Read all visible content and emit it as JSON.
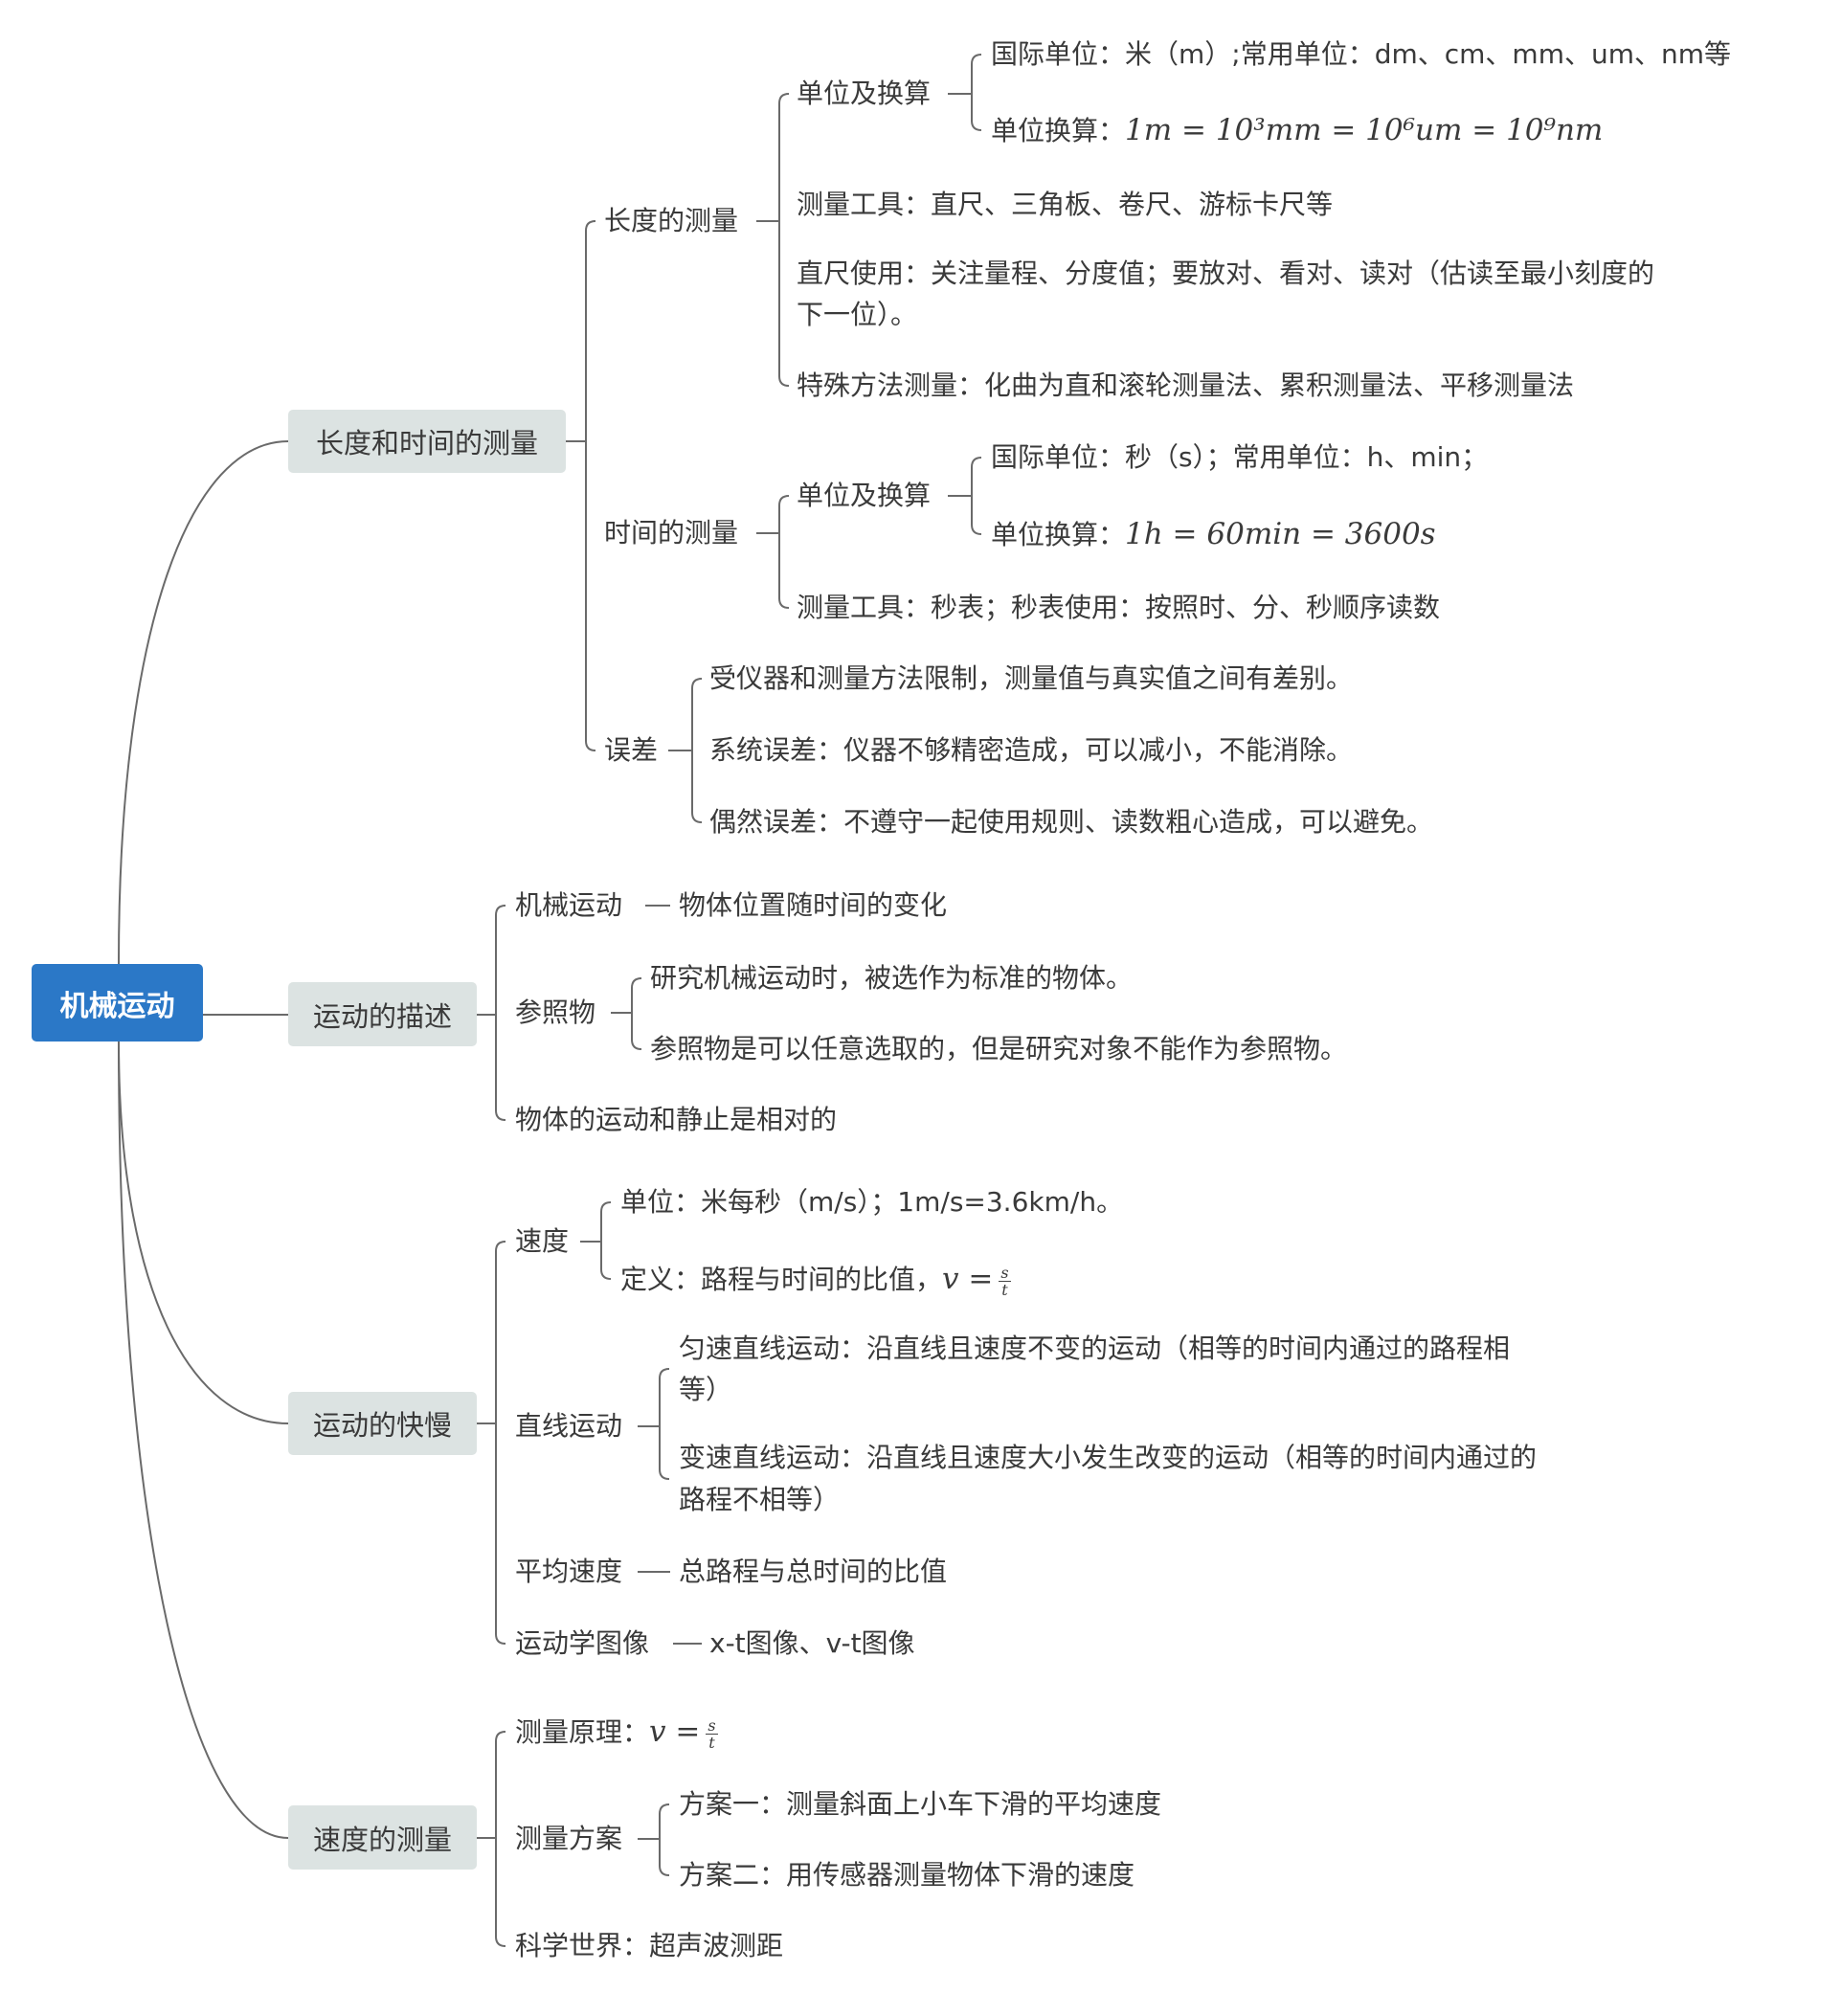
{
  "root": "机械运动",
  "branches": {
    "length_time": {
      "label": "长度和时间的测量",
      "length": {
        "label": "长度的测量",
        "units": {
          "label": "单位及换算",
          "si": "国际单位：米（m）;常用单位：dm、cm、mm、um、nm等",
          "conv_label": "单位换算：",
          "conv_formula": "1m = 10³mm = 10⁶um = 10⁹nm"
        },
        "tools": "测量工具：直尺、三角板、卷尺、游标卡尺等",
        "ruler_use": [
          "直尺使用：关注量程、分度值；要放对、看对、读对（估读至最小刻度的",
          "下一位）。"
        ],
        "special": "特殊方法测量：化曲为直和滚轮测量法、累积测量法、平移测量法"
      },
      "time": {
        "label": "时间的测量",
        "units": {
          "label": "单位及换算",
          "si": "国际单位：秒（s）；常用单位：h、min；",
          "conv_label": "单位换算：",
          "conv_formula": "1h = 60min = 3600s"
        },
        "tools": "测量工具：秒表；秒表使用：按照时、分、秒顺序读数"
      },
      "error": {
        "label": "误差",
        "items": [
          "受仪器和测量方法限制，测量值与真实值之间有差别。",
          "系统误差：仪器不够精密造成，可以减小，不能消除。",
          "偶然误差：不遵守一起使用规则、读数粗心造成，可以避免。"
        ]
      }
    },
    "description": {
      "label": "运动的描述",
      "mech": {
        "label": "机械运动",
        "value": "物体位置随时间的变化"
      },
      "reference": {
        "label": "参照物",
        "items": [
          "研究机械运动时，被选作为标准的物体。",
          "参照物是可以任意选取的，但是研究对象不能作为参照物。"
        ]
      },
      "relative": "物体的运动和静止是相对的"
    },
    "speed": {
      "label": "运动的快慢",
      "velocity": {
        "label": "速度",
        "unit": "单位：米每秒（m/s）；1m/s=3.6km/h。",
        "def_label": "定义：路程与时间的比值，",
        "def_lhs": "v =",
        "def_num": "s",
        "def_den": "t"
      },
      "linear": {
        "label": "直线运动",
        "uniform": [
          "匀速直线运动：沿直线且速度不变的运动（相等的时间内通过的路程相",
          "等）"
        ],
        "variable": [
          "变速直线运动：沿直线且速度大小发生改变的运动（相等的时间内通过的",
          "路程不相等）"
        ]
      },
      "average": {
        "label": "平均速度",
        "value": "总路程与总时间的比值"
      },
      "kinematics": {
        "label": "运动学图像",
        "value": "x-t图像、v-t图像"
      }
    },
    "measure": {
      "label": "速度的测量",
      "principle_label": "测量原理：",
      "principle_lhs": "v =",
      "principle_num": "s",
      "principle_den": "t",
      "plans": {
        "label": "测量方案",
        "items": [
          "方案一：测量斜面上小车下滑的平均速度",
          "方案二：用传感器测量物体下滑的速度"
        ]
      },
      "science": "科学世界：超声波测距"
    }
  },
  "colors": {
    "root_bg": "#2b78c7",
    "branch_bg": "#dce3e2",
    "line": "#6a6a6a",
    "text": "#3a3a3a"
  }
}
